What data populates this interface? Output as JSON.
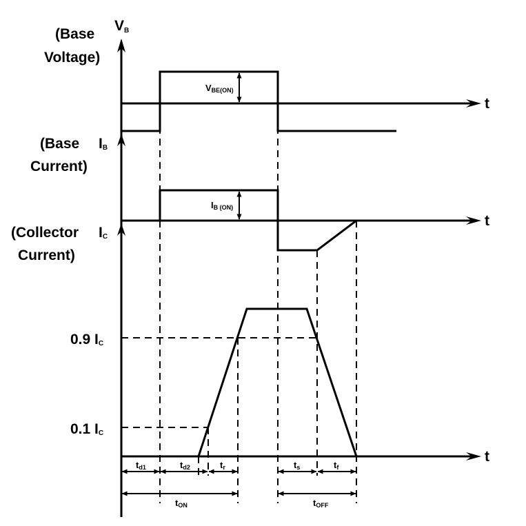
{
  "labels": {
    "vb_symbol": "V",
    "vb_sub": "B",
    "base_voltage_line1": "(Base",
    "base_voltage_line2": "Voltage)",
    "base_current_line1": "(Base",
    "base_current_line2": "Current)",
    "ib_symbol": "I",
    "ib_sub": "B",
    "collector_current_line1": "(Collector",
    "collector_current_line2": "Current)",
    "ic_symbol": "I",
    "ic_sub": "C",
    "t_axis": "t",
    "vbe_on_main": "V",
    "vbe_on_sub": "BE(ON)",
    "ib_on_main": "I",
    "ib_on_sub": "B (ON)",
    "level_09": "0.9 I",
    "level_09_sub": "C",
    "level_01": "0.1 I",
    "level_01_sub": "C"
  },
  "intervals": {
    "td1": {
      "main": "t",
      "sub": "d1"
    },
    "td2": {
      "main": "t",
      "sub": "d2"
    },
    "tr": {
      "main": "t",
      "sub": "r"
    },
    "ts": {
      "main": "t",
      "sub": "s"
    },
    "tf": {
      "main": "t",
      "sub": "f"
    },
    "ton": {
      "main": "t",
      "sub": "ON"
    },
    "toff": {
      "main": "t",
      "sub": "OFF"
    }
  }
}
